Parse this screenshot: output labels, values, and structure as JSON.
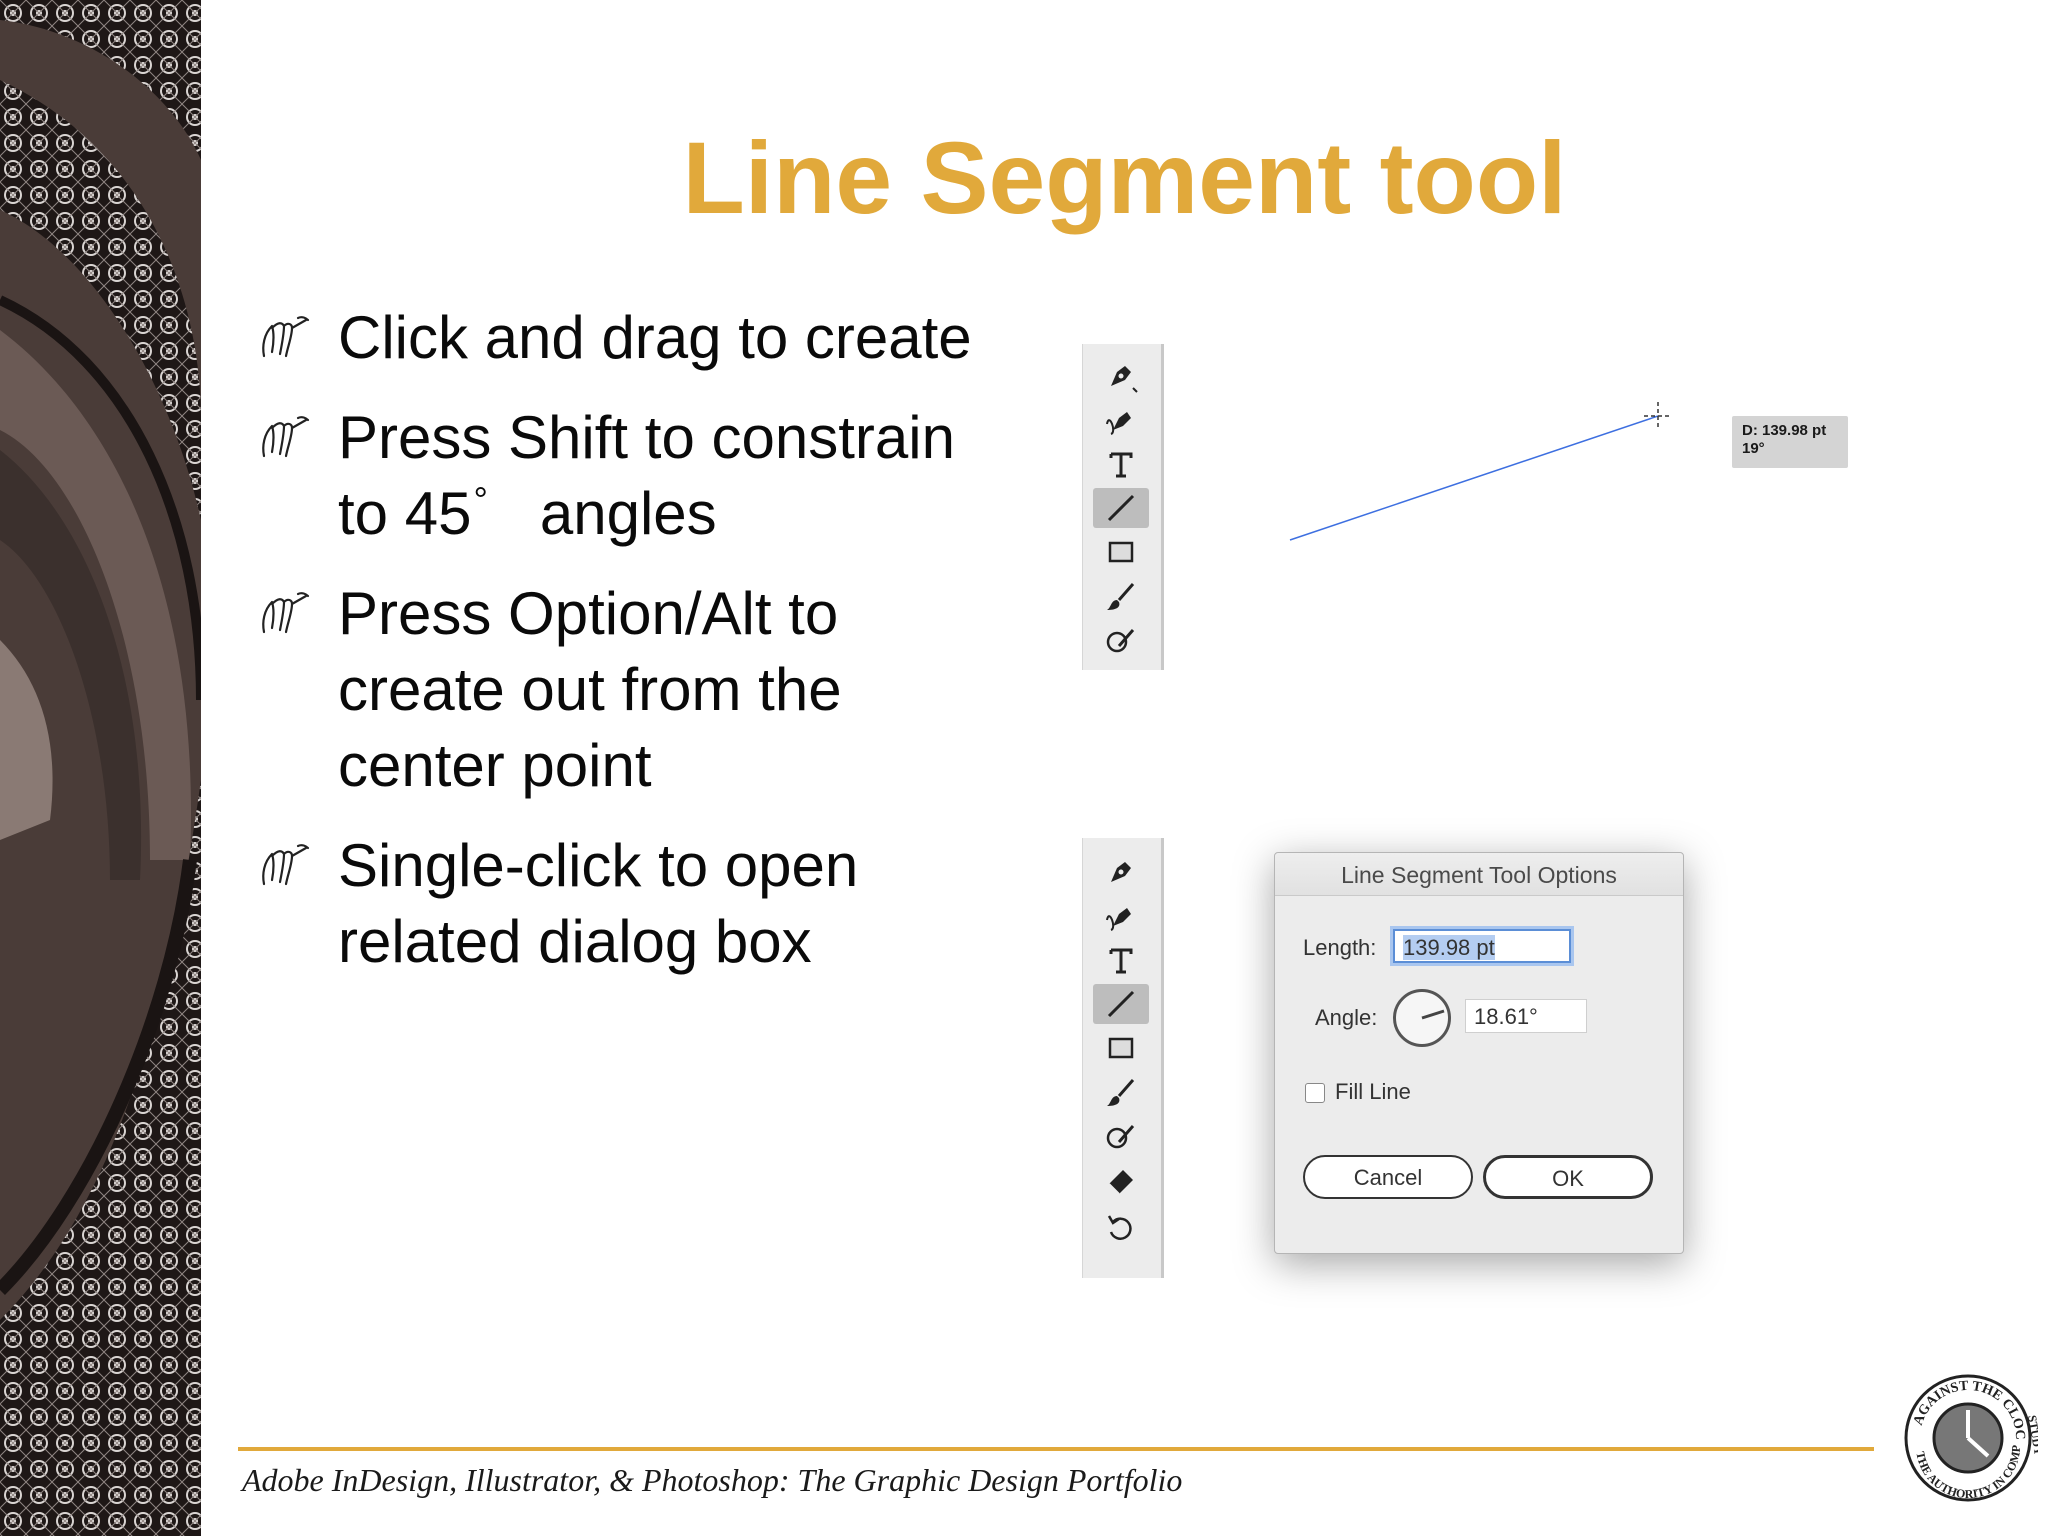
{
  "slide": {
    "title": "Line Segment tool",
    "bullets": [
      {
        "lines": [
          "Click and drag to create"
        ]
      },
      {
        "lines": [
          "Press Shift to constrain"
        ],
        "line2_prefix": "to 45",
        "degree": "°",
        "line2_suffix": "angles"
      },
      {
        "lines": [
          "Press Option/Alt to",
          "create out from the",
          "center point"
        ]
      },
      {
        "lines": [
          "Single-click to open",
          "related dialog box"
        ]
      }
    ],
    "footer": "Adobe InDesign, Illustrator, & Photoshop: The Graphic Design Portfolio"
  },
  "screenshot_top": {
    "tools": [
      "pen-icon",
      "curvature-icon",
      "type-icon",
      "line-segment-icon",
      "rectangle-icon",
      "paintbrush-icon",
      "shaper-icon"
    ],
    "selected_tool": "line-segment-icon",
    "measure": {
      "distance": "D: 139.98 pt",
      "angle": "19°"
    }
  },
  "screenshot_dialog": {
    "tools": [
      "pen-icon",
      "curvature-icon",
      "type-icon",
      "line-segment-icon",
      "rectangle-icon",
      "paintbrush-icon",
      "shaper-icon",
      "eraser-icon",
      "rotate-icon"
    ],
    "dialog": {
      "title": "Line Segment Tool Options",
      "length_label": "Length:",
      "length_value": "139.98 pt",
      "angle_label": "Angle:",
      "angle_value": "18.61°",
      "fill_line_label": "Fill Line",
      "fill_line_checked": false,
      "cancel_label": "Cancel",
      "ok_label": "OK"
    }
  },
  "logo": {
    "text_top": "AGAINST THE CLOCK",
    "text_bottom": "THE AUTHORITY IN COMPUTER",
    "text_side": "STUDY"
  },
  "colors": {
    "accent": "#e1a93b",
    "text": "#0a0a0a",
    "dialog_bg": "#ececec"
  }
}
